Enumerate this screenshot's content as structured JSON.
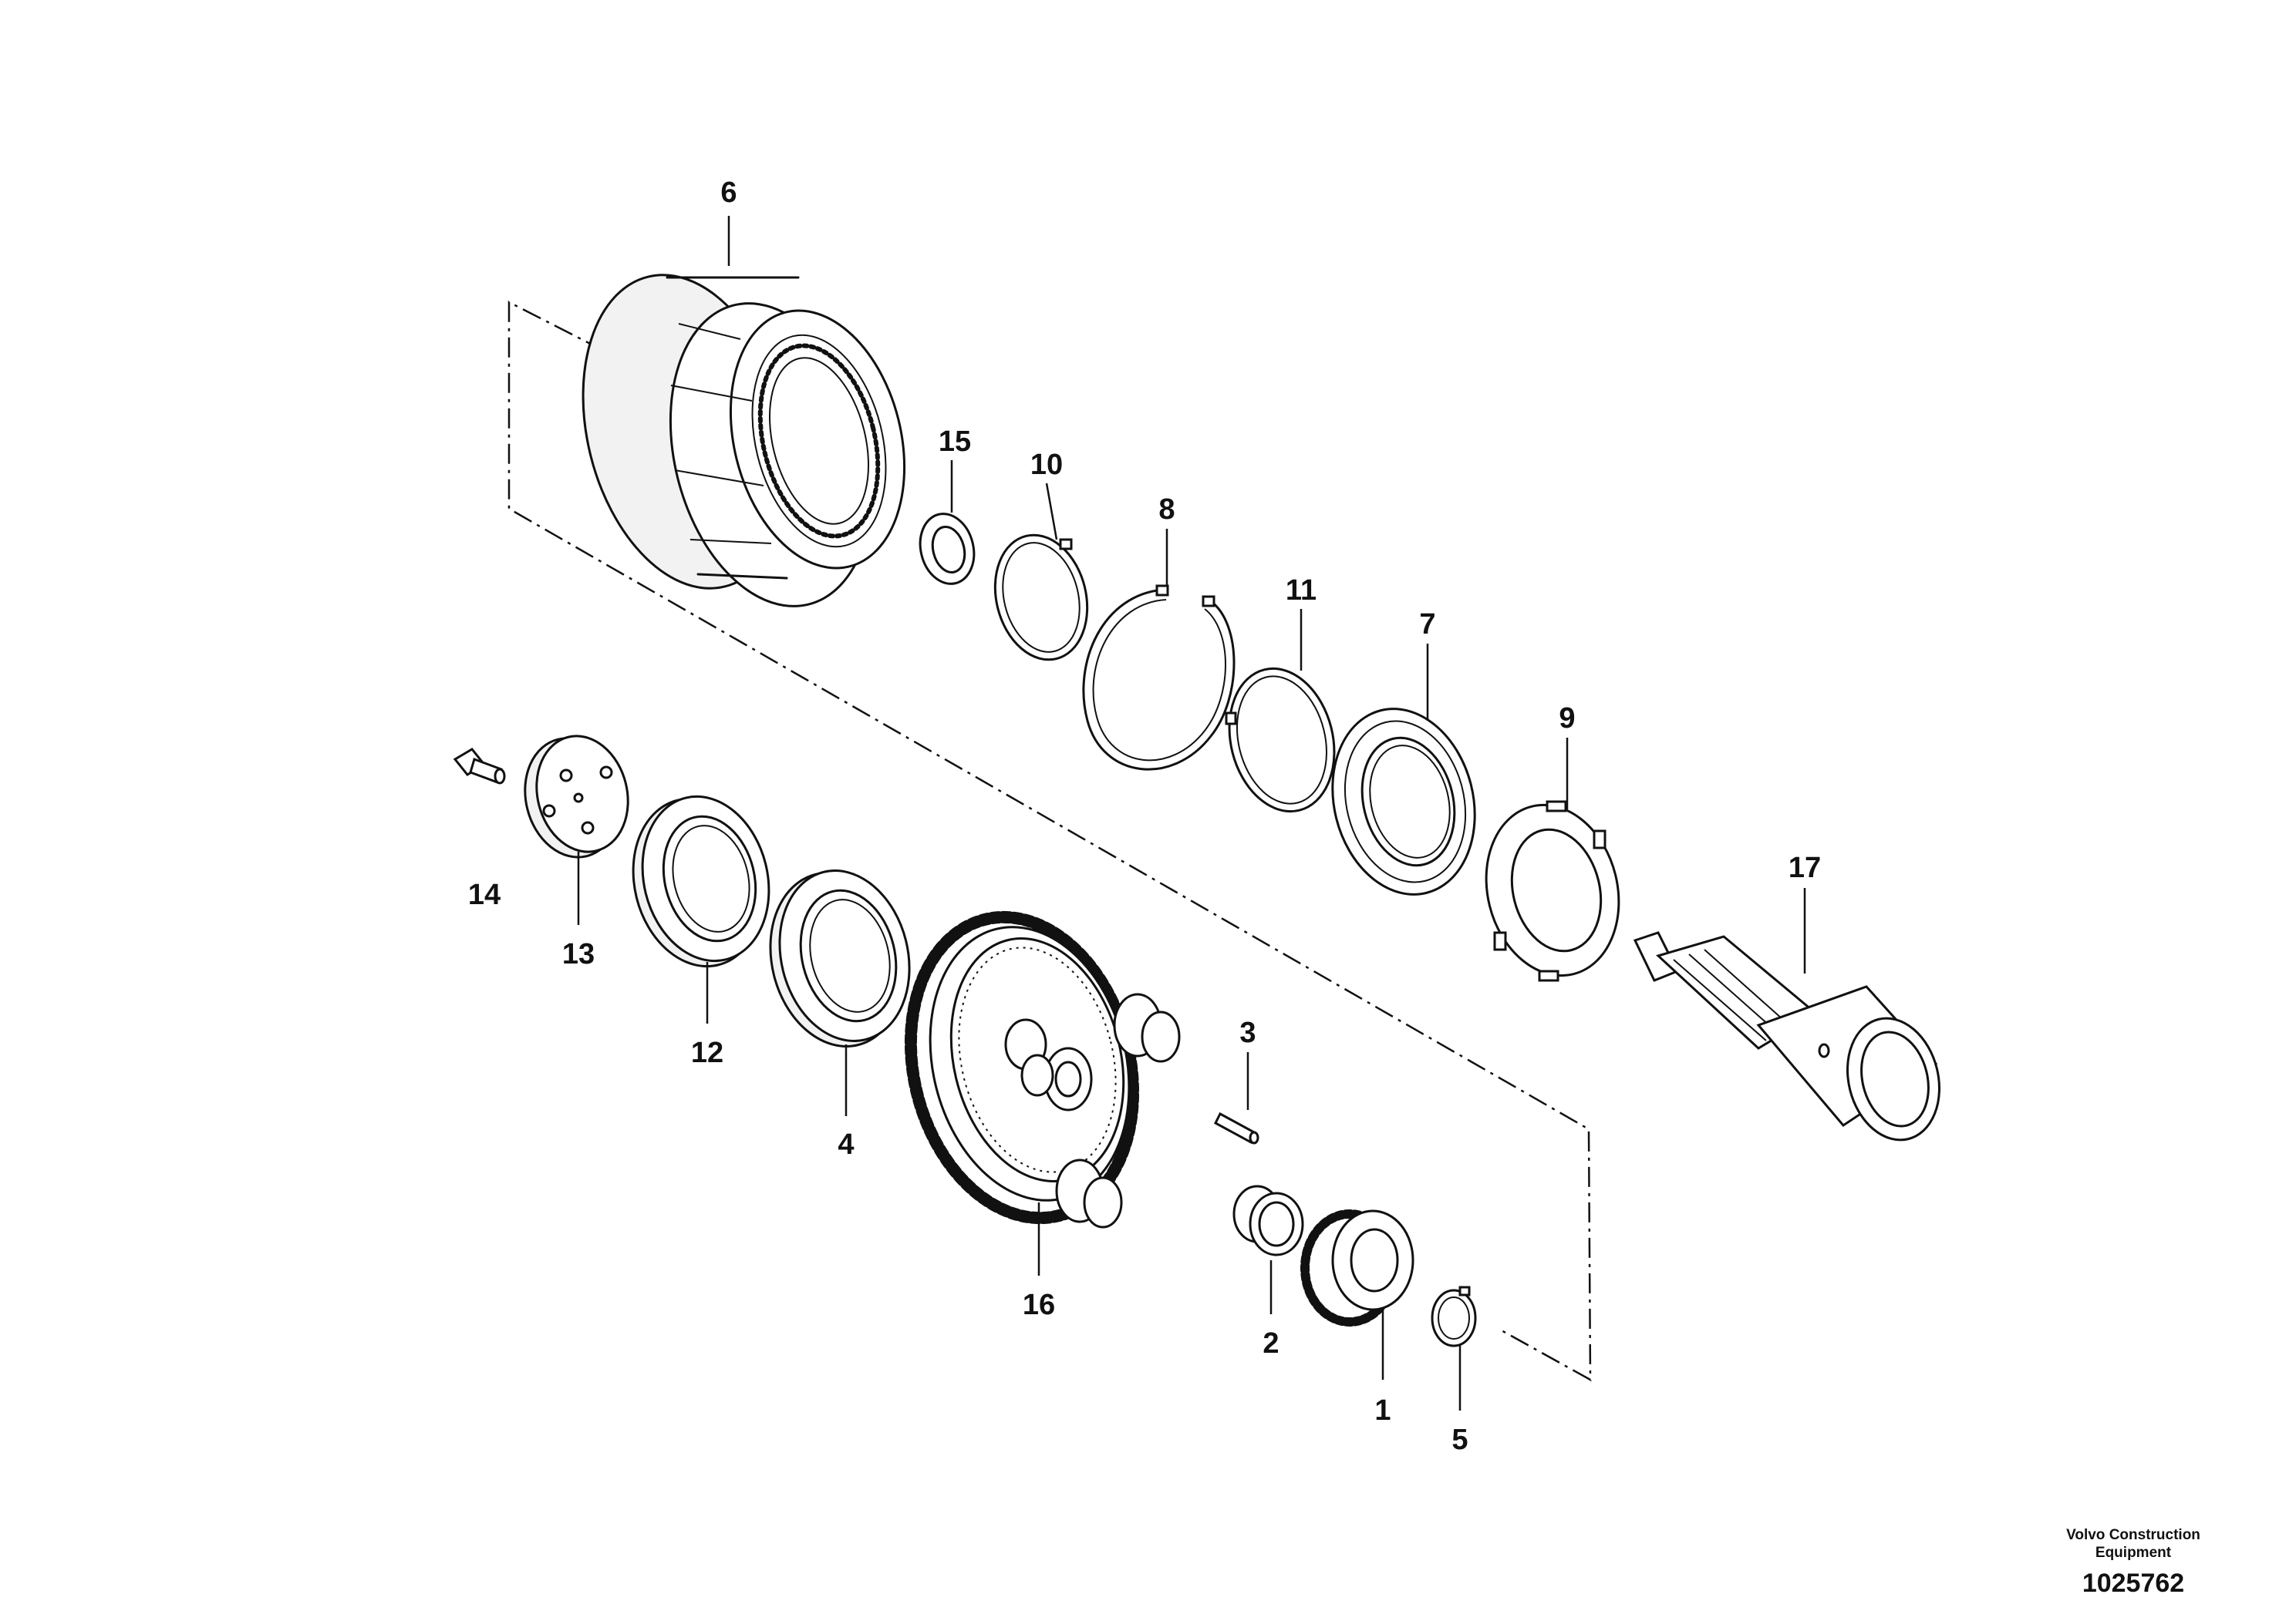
{
  "callouts": {
    "c1": "1",
    "c2": "2",
    "c3": "3",
    "c4": "4",
    "c5": "5",
    "c6": "6",
    "c7": "7",
    "c8": "8",
    "c9": "9",
    "c10": "10",
    "c11": "11",
    "c12": "12",
    "c13": "13",
    "c14": "14",
    "c15": "15",
    "c16": "16",
    "c17": "17"
  },
  "footer": {
    "brand_line1": "Volvo Construction",
    "brand_line2": "Equipment",
    "drawing_number": "1025762"
  }
}
